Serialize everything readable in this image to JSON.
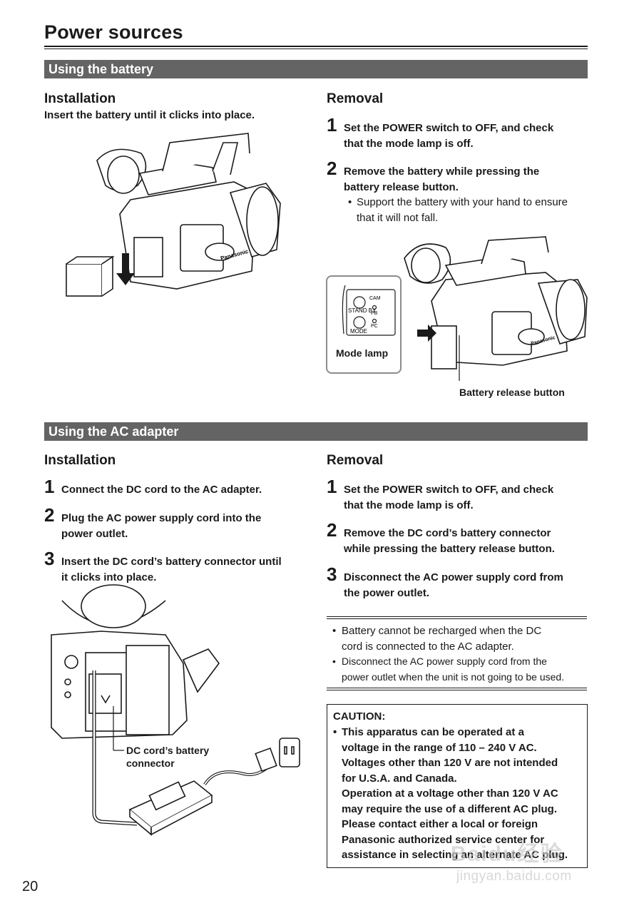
{
  "page": {
    "title": "Power sources",
    "number": "20"
  },
  "battery_section": {
    "bar": "Using the battery",
    "installation": {
      "heading": "Installation",
      "intro": "Insert the battery until it clicks into place."
    },
    "removal": {
      "heading": "Removal",
      "steps": [
        {
          "num": "1",
          "lines": [
            "Set the POWER switch to OFF, and check",
            "that the mode lamp is off."
          ]
        },
        {
          "num": "2",
          "lines": [
            "Remove the battery while pressing the",
            "battery release button."
          ]
        }
      ],
      "bullet": {
        "marker": "•",
        "lines": [
          "Support the battery with your hand to ensure",
          "that it will not fall."
        ]
      }
    },
    "figure_labels": {
      "stand_by": "STAND BY",
      "mode": "MODE",
      "cam": "CAM",
      "pb": "PB",
      "pc": "PC",
      "mode_lamp": "Mode lamp",
      "battery_release_button": "Battery release button",
      "brand": "Panasonic"
    }
  },
  "ac_section": {
    "bar": "Using the AC adapter",
    "installation": {
      "heading": "Installation",
      "steps": [
        {
          "num": "1",
          "lines": [
            "Connect the DC cord to the AC adapter."
          ]
        },
        {
          "num": "2",
          "lines": [
            "Plug the AC power supply cord into the",
            "power outlet."
          ]
        },
        {
          "num": "3",
          "lines": [
            "Insert the DC cord’s battery connector until",
            "it clicks into place."
          ]
        }
      ]
    },
    "removal": {
      "heading": "Removal",
      "steps": [
        {
          "num": "1",
          "lines": [
            "Set the POWER switch to OFF, and check",
            "that the mode lamp is off."
          ]
        },
        {
          "num": "2",
          "lines": [
            "Remove the DC cord’s battery connector",
            "while pressing the battery release button."
          ]
        },
        {
          "num": "3",
          "lines": [
            "Disconnect the AC power supply cord from",
            "the power outlet."
          ]
        }
      ]
    },
    "notes": [
      {
        "marker": "•",
        "lines": [
          "Battery cannot be recharged when the DC",
          "cord is connected to the AC adapter."
        ]
      },
      {
        "marker": "•",
        "lines": [
          "Disconnect the AC power supply cord from the",
          "power outlet when the unit is not going to be used."
        ]
      }
    ],
    "caution": {
      "title": "CAUTION:",
      "marker": "•",
      "lines": [
        "This apparatus can be operated at a",
        "voltage in the range of 110 – 240 V AC.",
        "Voltages other than 120 V are not intended",
        "for U.S.A. and Canada.",
        "Operation at a voltage other than 120 V AC",
        "may require the use of a different AC plug.",
        "Please contact either a local or foreign",
        "Panasonic authorized service center for",
        "assistance in selecting an alternate AC plug."
      ]
    },
    "figure_labels": {
      "dc_cord_connector": [
        "DC cord’s battery",
        "connector"
      ]
    }
  },
  "watermark": {
    "main": "Baidu经验",
    "url": "jingyan.baidu.com"
  }
}
